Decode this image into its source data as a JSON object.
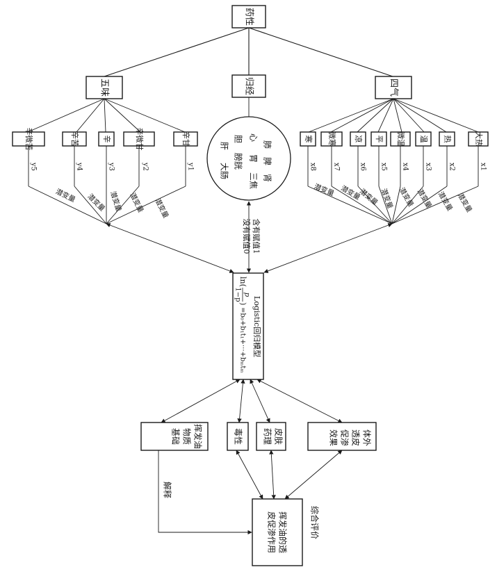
{
  "root": {
    "label": "药性"
  },
  "groups": {
    "wuwei": "五味",
    "guijing": "归经",
    "siqi": "四气"
  },
  "wuwei_items": [
    "辛甘",
    "辛微甘",
    "辛",
    "辛苦",
    "辛微苦"
  ],
  "wuwei_vars": [
    "y1",
    "y2",
    "y3",
    "y4",
    "y5"
  ],
  "siqi_items": [
    "大热",
    "热",
    "温",
    "微温",
    "平",
    "凉",
    "微寒",
    "寒"
  ],
  "siqi_vars": [
    "x1",
    "x2",
    "x3",
    "x4",
    "x5",
    "x6",
    "x7",
    "x8"
  ],
  "edge_label": "潜变量",
  "meridians": {
    "col1": [
      "肺",
      "脾",
      "肾"
    ],
    "col2": [
      "心",
      "胃",
      "三焦"
    ],
    "col3": [
      "胆",
      "膀胱"
    ],
    "col4": [
      "肝",
      "大肠"
    ]
  },
  "assign": {
    "line1": "含有赋值1",
    "line2": "没有赋值0"
  },
  "model": {
    "name": "Logistic回归模型",
    "ln": "ln(",
    "p": "p",
    "one_minus_p": "1−p",
    "close": ")",
    "rhs": "=b₀+b₁t₁+···+bₘtₘ"
  },
  "outputs": {
    "base": [
      "挥发油",
      "物质",
      "基础"
    ],
    "tox": [
      "毒性"
    ],
    "pharm": [
      "皮肤",
      "药理"
    ],
    "effect": [
      "体外",
      "透皮",
      "促渗",
      "效果"
    ]
  },
  "final": {
    "line1": "挥发油的透",
    "line2": "皮促渗作用"
  },
  "labels": {
    "explain": "解释",
    "evaluate": "综合评价"
  }
}
